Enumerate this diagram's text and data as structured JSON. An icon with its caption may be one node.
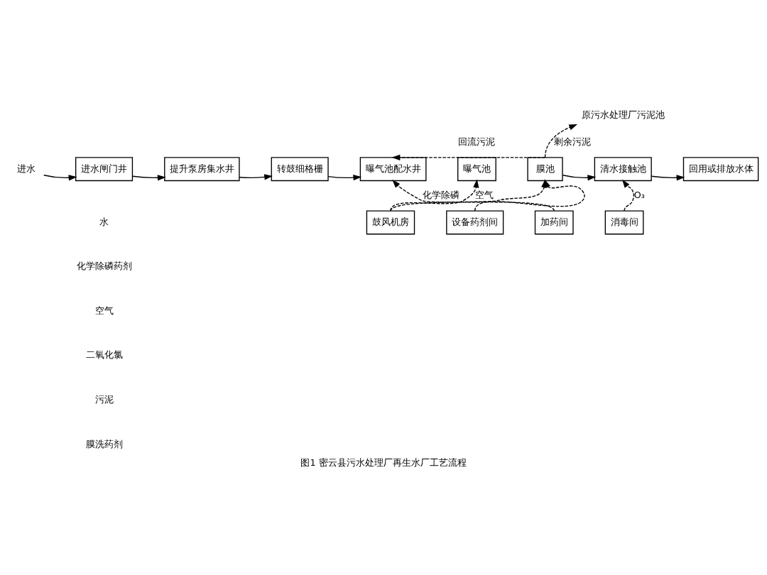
{
  "diagram": {
    "caption": "图1 密云县污水处理厂再生水厂工艺流程",
    "nodes": [
      {
        "text": [
          "进水"
        ]
      },
      {
        "text": [
          "进水闸门井"
        ]
      },
      {
        "text": [
          "提升泵房集水井"
        ]
      },
      {
        "text": [
          "转鼓细格栅"
        ]
      },
      {
        "text": [
          "曝气池配水井"
        ]
      },
      {
        "text": [
          "曝气池"
        ]
      },
      {
        "text": [
          "膜池"
        ]
      },
      {
        "text": [
          "清水接触池"
        ]
      },
      {
        "text": [
          "回用或排放水体"
        ]
      },
      {
        "text": [
          "原污水处理厂污泥池"
        ]
      },
      {
        "text": [
          "鼓风机房"
        ]
      },
      {
        "text": [
          "设备药剂间"
        ]
      },
      {
        "text": [
          "加药间"
        ]
      },
      {
        "text": [
          "消毒间"
        ]
      }
    ],
    "edges": [
      {
        "from": 0,
        "to": 1,
        "arrow": "to"
      },
      {
        "from": 1,
        "to": 2,
        "arrow": "to"
      },
      {
        "from": 2,
        "to": 3,
        "arrow": "to"
      },
      {
        "from": 3,
        "to": 4,
        "arrow": "to"
      },
      {
        "from": 6,
        "to": 7,
        "arrow": "to"
      },
      {
        "from": 7,
        "to": 8,
        "arrow": "to"
      },
      {
        "from": 6,
        "to": 4,
        "arrow": "to",
        "style": "dashed",
        "label": "回流污泥"
      },
      {
        "from": 6,
        "to": 9,
        "arrow": "to",
        "style": "dashed",
        "label": "剩余污泥"
      },
      {
        "from": 12,
        "to": 4,
        "arrow": "to",
        "style": "dashed",
        "label": "化学除磷"
      },
      {
        "from": 10,
        "to": 5,
        "arrow": "to",
        "style": "dashed",
        "label": "空气"
      },
      {
        "from": 10,
        "to": 6,
        "arrow": "to",
        "style": "dashed"
      },
      {
        "from": 11,
        "to": 6,
        "arrow": "to",
        "style": "dashed"
      },
      {
        "from": 13,
        "to": 7,
        "arrow": "to",
        "style": "dashed",
        "label": "O₃"
      }
    ],
    "legend": [
      {
        "text": "水"
      },
      {
        "text": "化学除磷药剂"
      },
      {
        "text": "空气"
      },
      {
        "text": "二氧化氯"
      },
      {
        "text": "污泥"
      },
      {
        "text": "膜洗药剂"
      }
    ]
  }
}
